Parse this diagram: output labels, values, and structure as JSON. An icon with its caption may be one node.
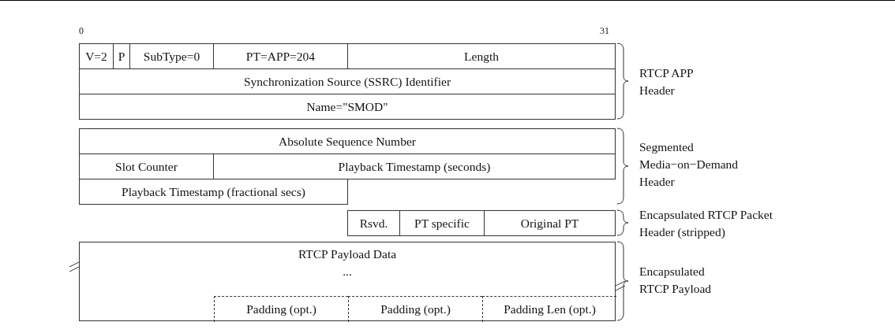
{
  "diagram": {
    "nodes": [
      {
        "text": [
          "V=2"
        ]
      },
      {
        "text": [
          "P"
        ]
      },
      {
        "text": [
          "SubType=0"
        ]
      },
      {
        "text": [
          "PT=APP=204"
        ]
      },
      {
        "text": [
          "Length"
        ]
      },
      {
        "text": [
          "Synchronization Source (SSRC) Identifier"
        ]
      },
      {
        "text": [
          "Name=\"SMOD\""
        ]
      },
      {
        "text": [
          "Absolute Sequence Number"
        ]
      },
      {
        "text": [
          "Slot Counter"
        ]
      },
      {
        "text": [
          "Playback Timestamp (seconds)"
        ]
      },
      {
        "text": [
          "Playback Timestamp (fractional secs)"
        ]
      },
      {
        "text": [
          "Rsvd."
        ]
      },
      {
        "text": [
          "PT specific"
        ]
      },
      {
        "text": [
          "Original PT"
        ]
      },
      {
        "text": [
          "RTCP Payload Data",
          "..."
        ]
      },
      {
        "text": [
          "Padding (opt.)"
        ],
        "in": 14
      },
      {
        "text": [
          "Padding (opt.)"
        ],
        "in": 14
      },
      {
        "text": [
          "Padding Len (opt.)"
        ],
        "in": 14
      }
    ],
    "labels": [
      "0",
      "31",
      "RTCP APP Header",
      "Segmented Media−on−Demand Header",
      "Encapsulated RTCP Packet Header (stripped)",
      "Encapsulated RTCP Payload"
    ]
  }
}
